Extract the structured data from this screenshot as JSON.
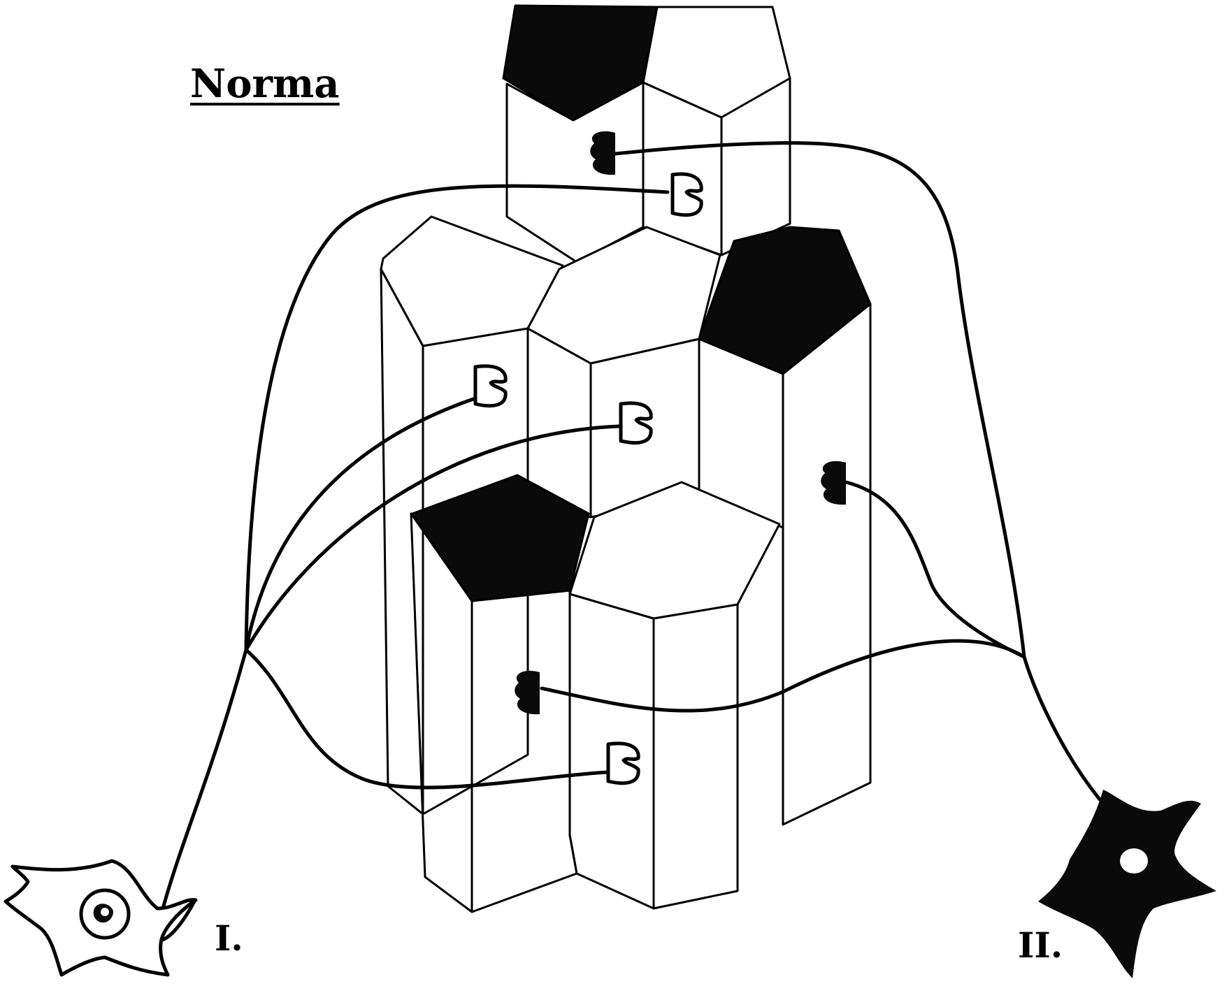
{
  "title": "Norma",
  "neurons": {
    "neuron_1_label": "I.",
    "neuron_2_label": "II."
  },
  "colors": {
    "ink": "#000000",
    "background": "#ffffff"
  }
}
